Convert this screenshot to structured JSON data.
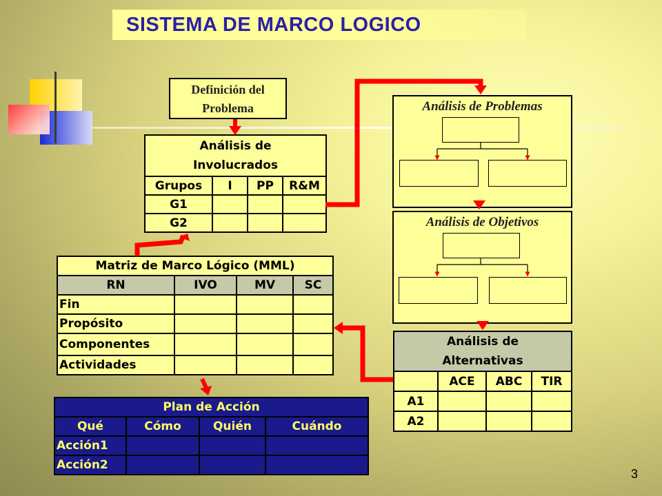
{
  "title": "SISTEMA DE MARCO LOGICO",
  "definicion": {
    "line1": "Definición del",
    "line2": "Problema"
  },
  "involucrados": {
    "title1": "Análisis de",
    "title2": "Involucrados",
    "headers": [
      "Grupos",
      "I",
      "PP",
      "R&M"
    ],
    "rows": [
      "G1",
      "G2"
    ]
  },
  "problemas": {
    "title": "Análisis de Problemas"
  },
  "objetivos": {
    "title": "Análisis de Objetivos"
  },
  "mml": {
    "title": "Matriz de Marco Lógico (MML)",
    "headers": [
      "RN",
      "IVO",
      "MV",
      "SC"
    ],
    "rows": [
      "Fin",
      "Propósito",
      "Componentes",
      "Actividades"
    ]
  },
  "alternativas": {
    "title1": "Análisis de",
    "title2": "Alternativas",
    "headers": [
      "ACE",
      "ABC",
      "TIR"
    ],
    "rows": [
      "A1",
      "A2"
    ]
  },
  "plan": {
    "title": "Plan de Acción",
    "headers": [
      "Qué",
      "Cómo",
      "Quién",
      "Cuándo"
    ],
    "rows": [
      "Acción1",
      "Acción2"
    ]
  },
  "page_number": "3",
  "colors": {
    "box_fill": "#ffff99",
    "table_header": "#c6c9a8",
    "plan_fill": "#1a1a8c",
    "plan_text": "#ffff66",
    "arrow": "#ff0000",
    "title_text": "#2b1fa8"
  }
}
